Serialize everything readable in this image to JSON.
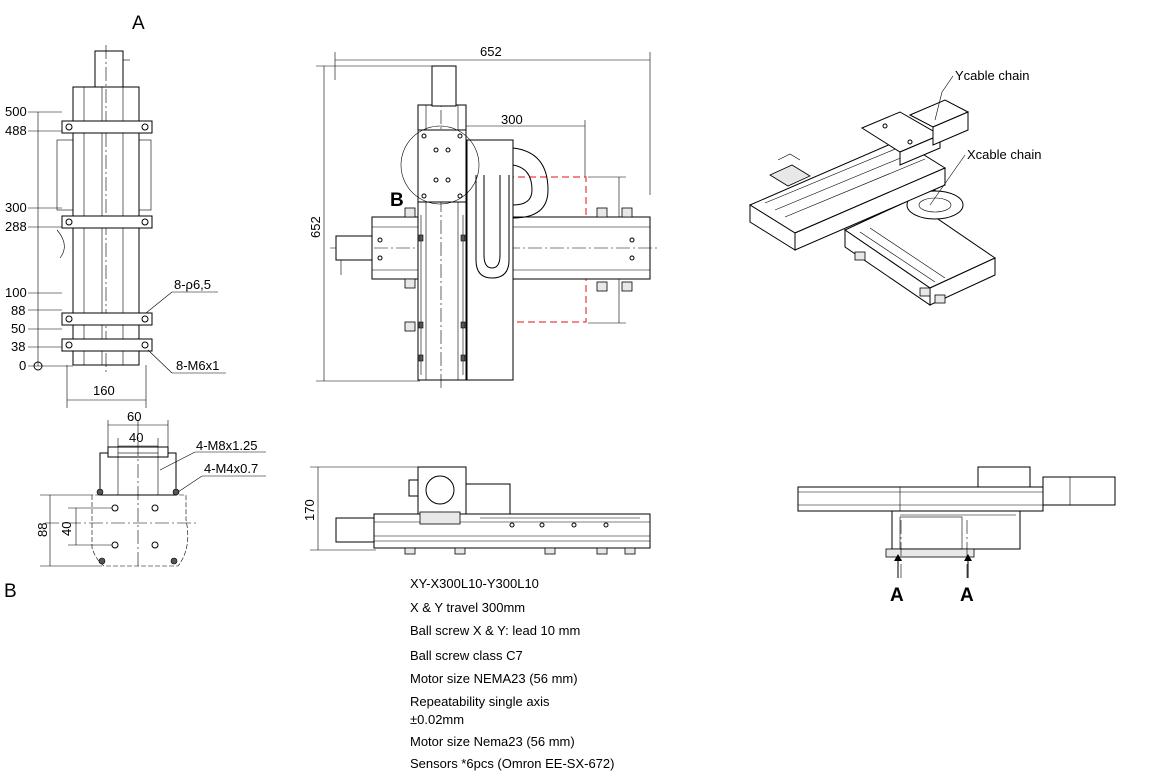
{
  "views": {
    "view_a_label": "A",
    "view_b_label": "B",
    "detail_b_label": "B",
    "arrow_a_left": "A",
    "arrow_a_right": "A"
  },
  "side_view_a": {
    "heights": [
      "500",
      "488",
      "300",
      "288",
      "100",
      "88",
      "50",
      "38",
      "0"
    ],
    "width": "160",
    "holes_top": "8-ρ6,5",
    "holes_bottom": "8-M6x1"
  },
  "view_b": {
    "width_outer": "60",
    "width_inner": "40",
    "height_outer": "88",
    "height_inner": "40",
    "thread_large": "4-M8x1.25",
    "thread_small": "4-M4x0.7"
  },
  "top_view": {
    "overall_width": "652",
    "overall_height": "652",
    "x_travel": "300",
    "y_travel": "300"
  },
  "front_view": {
    "height": "170"
  },
  "iso_view": {
    "y_cable_label": "Ycable chain",
    "x_cable_label": "Xcable chain"
  },
  "specs": [
    "XY-X300L10-Y300L10",
    "X & Y travel 300mm",
    "Ball screw X & Y: lead 10 mm",
    "Ball screw class C7",
    "Motor size NEMA23 (56 mm)",
    "Repeatability single axis",
    "±0.02mm",
    "Motor size Nema23 (56 mm)",
    "Sensors *6pcs  (Omron EE-SX-672)"
  ]
}
